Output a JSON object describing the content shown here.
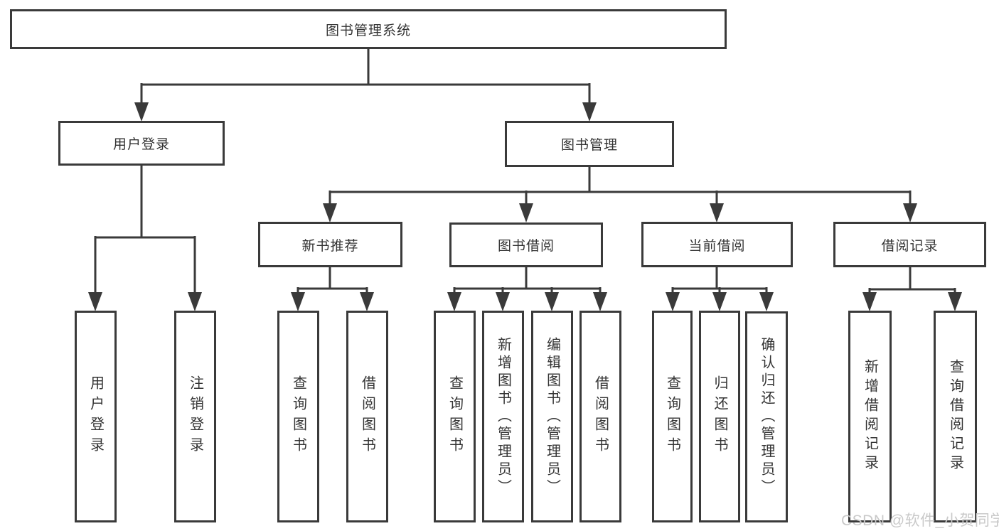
{
  "tree": {
    "root": {
      "label": "图书管理系统"
    },
    "branches": [
      {
        "label": "用户登录",
        "children": [
          {
            "label": "用户登录"
          },
          {
            "label": "注销登录"
          }
        ]
      },
      {
        "label": "图书管理",
        "children": [
          {
            "label": "新书推荐",
            "children": [
              {
                "label": "查询图书"
              },
              {
                "label": "借阅图书"
              }
            ]
          },
          {
            "label": "图书借阅",
            "children": [
              {
                "label": "查询图书"
              },
              {
                "label": "新增图书（管理员）"
              },
              {
                "label": "编辑图书（管理员）"
              },
              {
                "label": "借阅图书"
              }
            ]
          },
          {
            "label": "当前借阅",
            "children": [
              {
                "label": "查询图书"
              },
              {
                "label": "归还图书"
              },
              {
                "label": "确认归还（管理员）"
              }
            ]
          },
          {
            "label": "借阅记录",
            "children": [
              {
                "label": "新增借阅记录"
              },
              {
                "label": "查询借阅记录"
              }
            ]
          }
        ]
      }
    ]
  },
  "watermark": {
    "text": "CSDN @软件_小贺同学"
  },
  "colors": {
    "line": "#3a3a3a",
    "text": "#333333",
    "watermark": "#c9c9c9",
    "background": "#ffffff"
  }
}
